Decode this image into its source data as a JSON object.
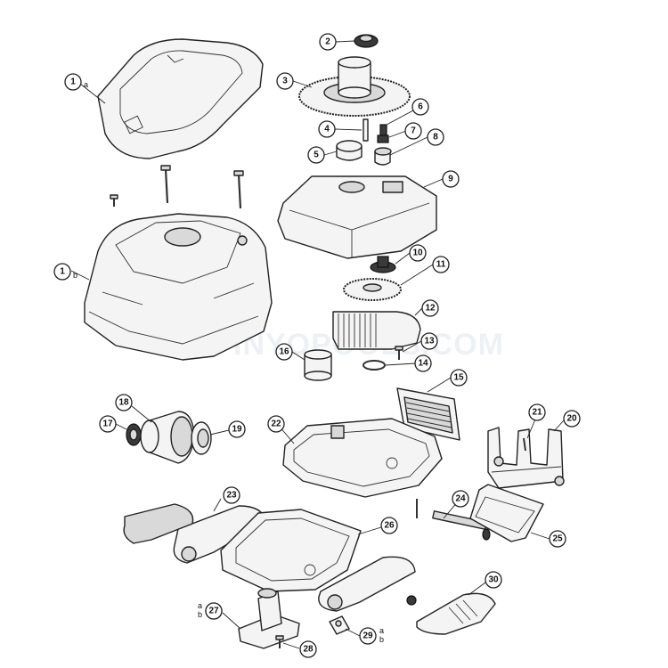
{
  "callouts": [
    {
      "id": "1",
      "label": "1",
      "sub": "a"
    },
    {
      "id": "1b",
      "label": "1",
      "sub": "b"
    },
    {
      "id": "2",
      "label": "2"
    },
    {
      "id": "3",
      "label": "3"
    },
    {
      "id": "4",
      "label": "4"
    },
    {
      "id": "5",
      "label": "5"
    },
    {
      "id": "6",
      "label": "6"
    },
    {
      "id": "7",
      "label": "7"
    },
    {
      "id": "8",
      "label": "8"
    },
    {
      "id": "9",
      "label": "9"
    },
    {
      "id": "10",
      "label": "10"
    },
    {
      "id": "11",
      "label": "11"
    },
    {
      "id": "12",
      "label": "12"
    },
    {
      "id": "13",
      "label": "13"
    },
    {
      "id": "14",
      "label": "14"
    },
    {
      "id": "15",
      "label": "15"
    },
    {
      "id": "16",
      "label": "16"
    },
    {
      "id": "17",
      "label": "17"
    },
    {
      "id": "18",
      "label": "18"
    },
    {
      "id": "19",
      "label": "19"
    },
    {
      "id": "20",
      "label": "20"
    },
    {
      "id": "21",
      "label": "21"
    },
    {
      "id": "22",
      "label": "22"
    },
    {
      "id": "23",
      "label": "23"
    },
    {
      "id": "24",
      "label": "24"
    },
    {
      "id": "25",
      "label": "25"
    },
    {
      "id": "26",
      "label": "26"
    },
    {
      "id": "27",
      "label": "27",
      "sub_a": "a",
      "sub_b": "b"
    },
    {
      "id": "28",
      "label": "28"
    },
    {
      "id": "29",
      "label": "29",
      "sub_a": "a",
      "sub_b": "b"
    },
    {
      "id": "30",
      "label": "30"
    }
  ],
  "watermark": "INYOPOOLS.COM"
}
